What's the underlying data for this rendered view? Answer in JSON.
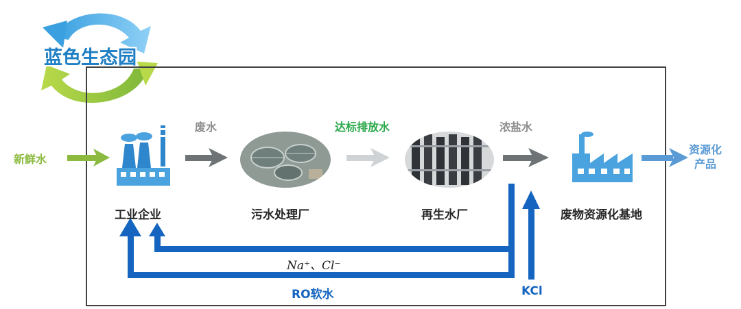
{
  "logo": {
    "text": "蓝色生态园"
  },
  "flow_labels": {
    "fresh_water": "新鲜水",
    "waste_water": "废水",
    "standard_discharge": "达标排放水",
    "concentrated_brine": "浓盐水",
    "resource_products": "资源化\n产品"
  },
  "nodes": {
    "industrial": "工业企业",
    "sewage_plant": "污水处理厂",
    "recycled_plant": "再生水厂",
    "waste_base": "废物资源化基地"
  },
  "returns": {
    "ions": "Na⁺、Cl⁻",
    "ro_water": "RO软水",
    "kcl": "KCl"
  },
  "colors": {
    "green": "#8bba3e",
    "gray_arrow": "#6e7376",
    "light_arrow": "#cfd3d6",
    "blue": "#1565c0",
    "light_blue": "#5b9bd5",
    "green_text": "#2aa84a"
  }
}
